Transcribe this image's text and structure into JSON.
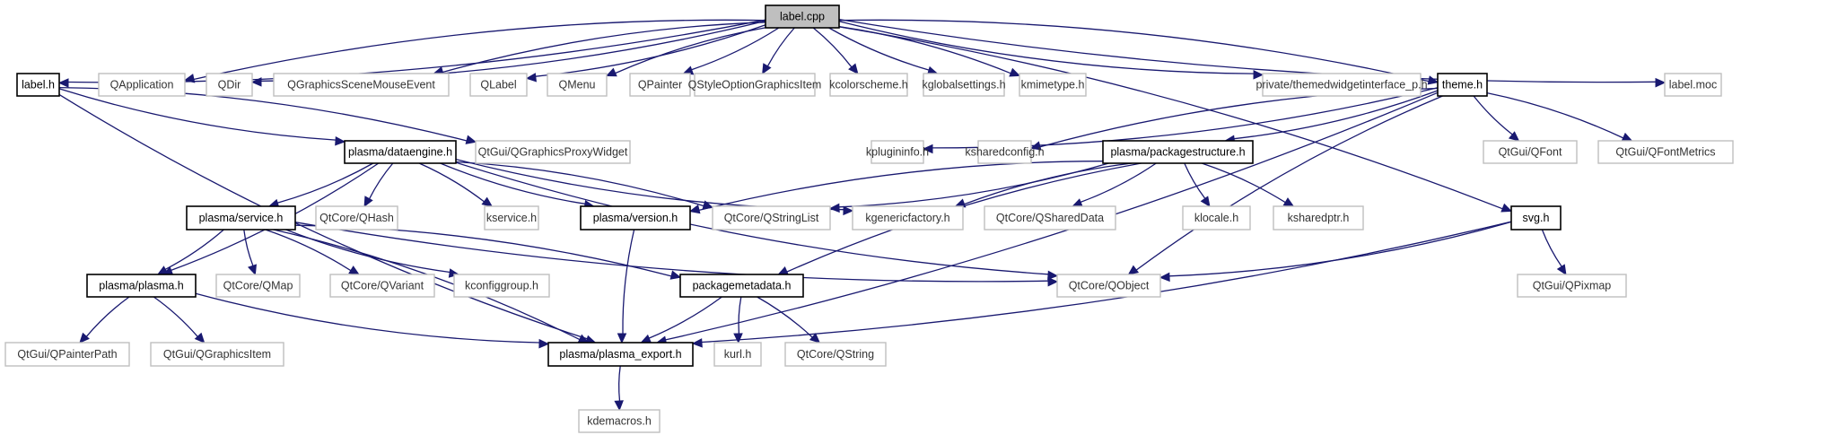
{
  "title": "label.cpp include dependency graph",
  "colors": {
    "edge": "#191970",
    "root_fill": "#bfbfbf",
    "documented_border": "#000000",
    "external_border": "#bfbfbf",
    "background": "#ffffff"
  },
  "nodes": [
    {
      "id": "label_cpp",
      "label": "label.cpp",
      "kind": "root"
    },
    {
      "id": "label_h",
      "label": "label.h",
      "kind": "doc"
    },
    {
      "id": "QApplication",
      "label": "QApplication",
      "kind": "ext"
    },
    {
      "id": "QDir",
      "label": "QDir",
      "kind": "ext"
    },
    {
      "id": "QGraphicsSceneMouseEvent",
      "label": "QGraphicsSceneMouseEvent",
      "kind": "ext"
    },
    {
      "id": "QLabel",
      "label": "QLabel",
      "kind": "ext"
    },
    {
      "id": "QMenu",
      "label": "QMenu",
      "kind": "ext"
    },
    {
      "id": "QPainter",
      "label": "QPainter",
      "kind": "ext"
    },
    {
      "id": "QStyleOptionGraphicsItem",
      "label": "QStyleOptionGraphicsItem",
      "kind": "ext"
    },
    {
      "id": "kcolorscheme_h",
      "label": "kcolorscheme.h",
      "kind": "ext"
    },
    {
      "id": "kglobalsettings_h",
      "label": "kglobalsettings.h",
      "kind": "ext"
    },
    {
      "id": "kmimetype_h",
      "label": "kmimetype.h",
      "kind": "ext"
    },
    {
      "id": "themedwidgetinterface",
      "label": "private/themedwidgetinterface_p.h",
      "kind": "ext"
    },
    {
      "id": "theme_h",
      "label": "theme.h",
      "kind": "doc"
    },
    {
      "id": "label_moc",
      "label": "label.moc",
      "kind": "ext"
    },
    {
      "id": "dataengine_h",
      "label": "plasma/dataengine.h",
      "kind": "doc"
    },
    {
      "id": "QGraphicsProxyWidget",
      "label": "QtGui/QGraphicsProxyWidget",
      "kind": "ext"
    },
    {
      "id": "kplugininfo_h",
      "label": "kplugininfo.h",
      "kind": "ext"
    },
    {
      "id": "ksharedconfig_h",
      "label": "ksharedconfig.h",
      "kind": "ext"
    },
    {
      "id": "packagestructure_h",
      "label": "plasma/packagestructure.h",
      "kind": "doc"
    },
    {
      "id": "QFont",
      "label": "QtGui/QFont",
      "kind": "ext"
    },
    {
      "id": "QFontMetrics",
      "label": "QtGui/QFontMetrics",
      "kind": "ext"
    },
    {
      "id": "service_h",
      "label": "plasma/service.h",
      "kind": "doc"
    },
    {
      "id": "QHash",
      "label": "QtCore/QHash",
      "kind": "ext"
    },
    {
      "id": "kservice_h",
      "label": "kservice.h",
      "kind": "ext"
    },
    {
      "id": "version_h",
      "label": "plasma/version.h",
      "kind": "doc"
    },
    {
      "id": "QStringList",
      "label": "QtCore/QStringList",
      "kind": "ext"
    },
    {
      "id": "kgenericfactory_h",
      "label": "kgenericfactory.h",
      "kind": "ext"
    },
    {
      "id": "QSharedData",
      "label": "QtCore/QSharedData",
      "kind": "ext"
    },
    {
      "id": "klocale_h",
      "label": "klocale.h",
      "kind": "ext"
    },
    {
      "id": "ksharedptr_h",
      "label": "ksharedptr.h",
      "kind": "ext"
    },
    {
      "id": "svg_h",
      "label": "svg.h",
      "kind": "doc"
    },
    {
      "id": "plasma_h",
      "label": "plasma/plasma.h",
      "kind": "doc"
    },
    {
      "id": "QMap",
      "label": "QtCore/QMap",
      "kind": "ext"
    },
    {
      "id": "QVariant",
      "label": "QtCore/QVariant",
      "kind": "ext"
    },
    {
      "id": "kconfiggroup_h",
      "label": "kconfiggroup.h",
      "kind": "ext"
    },
    {
      "id": "packagemetadata_h",
      "label": "packagemetadata.h",
      "kind": "doc"
    },
    {
      "id": "QObject",
      "label": "QtCore/QObject",
      "kind": "ext"
    },
    {
      "id": "QPixmap",
      "label": "QtGui/QPixmap",
      "kind": "ext"
    },
    {
      "id": "QPainterPath",
      "label": "QtGui/QPainterPath",
      "kind": "ext"
    },
    {
      "id": "QGraphicsItem",
      "label": "QtGui/QGraphicsItem",
      "kind": "ext"
    },
    {
      "id": "plasma_export_h",
      "label": "plasma/plasma_export.h",
      "kind": "doc"
    },
    {
      "id": "kurl_h",
      "label": "kurl.h",
      "kind": "ext"
    },
    {
      "id": "QString",
      "label": "QtCore/QString",
      "kind": "ext"
    },
    {
      "id": "kdemacros_h",
      "label": "kdemacros.h",
      "kind": "ext"
    }
  ],
  "edges": [
    [
      "label_cpp",
      "label_h"
    ],
    [
      "label_cpp",
      "QApplication"
    ],
    [
      "label_cpp",
      "QDir"
    ],
    [
      "label_cpp",
      "QGraphicsSceneMouseEvent"
    ],
    [
      "label_cpp",
      "QLabel"
    ],
    [
      "label_cpp",
      "QMenu"
    ],
    [
      "label_cpp",
      "QPainter"
    ],
    [
      "label_cpp",
      "QStyleOptionGraphicsItem"
    ],
    [
      "label_cpp",
      "kcolorscheme_h"
    ],
    [
      "label_cpp",
      "kglobalsettings_h"
    ],
    [
      "label_cpp",
      "kmimetype_h"
    ],
    [
      "label_cpp",
      "themedwidgetinterface"
    ],
    [
      "label_cpp",
      "theme_h"
    ],
    [
      "label_cpp",
      "label_moc"
    ],
    [
      "label_cpp",
      "svg_h"
    ],
    [
      "label_h",
      "dataengine_h"
    ],
    [
      "label_h",
      "QGraphicsProxyWidget"
    ],
    [
      "label_h",
      "plasma_export_h"
    ],
    [
      "dataengine_h",
      "service_h"
    ],
    [
      "dataengine_h",
      "QHash"
    ],
    [
      "dataengine_h",
      "kservice_h"
    ],
    [
      "dataengine_h",
      "version_h"
    ],
    [
      "dataengine_h",
      "QStringList"
    ],
    [
      "dataengine_h",
      "kgenericfactory_h"
    ],
    [
      "dataengine_h",
      "plasma_h"
    ],
    [
      "dataengine_h",
      "QObject"
    ],
    [
      "theme_h",
      "kplugininfo_h"
    ],
    [
      "theme_h",
      "ksharedconfig_h"
    ],
    [
      "theme_h",
      "packagestructure_h"
    ],
    [
      "theme_h",
      "QFont"
    ],
    [
      "theme_h",
      "QFontMetrics"
    ],
    [
      "theme_h",
      "QObject"
    ],
    [
      "theme_h",
      "plasma_export_h"
    ],
    [
      "packagestructure_h",
      "version_h"
    ],
    [
      "packagestructure_h",
      "QStringList"
    ],
    [
      "packagestructure_h",
      "kgenericfactory_h"
    ],
    [
      "packagestructure_h",
      "QSharedData"
    ],
    [
      "packagestructure_h",
      "klocale_h"
    ],
    [
      "packagestructure_h",
      "ksharedptr_h"
    ],
    [
      "packagestructure_h",
      "packagemetadata_h"
    ],
    [
      "service_h",
      "plasma_h"
    ],
    [
      "service_h",
      "QMap"
    ],
    [
      "service_h",
      "QVariant"
    ],
    [
      "service_h",
      "kconfiggroup_h"
    ],
    [
      "service_h",
      "packagemetadata_h"
    ],
    [
      "service_h",
      "QObject"
    ],
    [
      "service_h",
      "plasma_export_h"
    ],
    [
      "version_h",
      "plasma_export_h"
    ],
    [
      "svg_h",
      "QObject"
    ],
    [
      "svg_h",
      "QPixmap"
    ],
    [
      "svg_h",
      "plasma_export_h"
    ],
    [
      "plasma_h",
      "QPainterPath"
    ],
    [
      "plasma_h",
      "QGraphicsItem"
    ],
    [
      "plasma_h",
      "plasma_export_h"
    ],
    [
      "packagemetadata_h",
      "plasma_export_h"
    ],
    [
      "packagemetadata_h",
      "kurl_h"
    ],
    [
      "packagemetadata_h",
      "QString"
    ],
    [
      "plasma_export_h",
      "kdemacros_h"
    ]
  ]
}
